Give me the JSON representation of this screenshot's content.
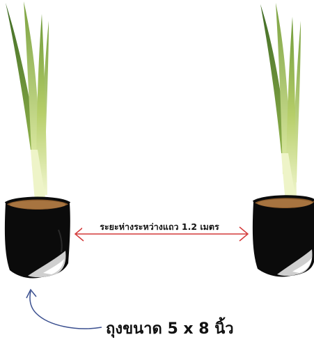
{
  "annotations": {
    "row_spacing": "ระยะห่างระหว่างแถว 1.2 เมตร",
    "bag_size": "ถุงขนาด 5 x 8 นิ้ว"
  },
  "plants": [
    {
      "name": "left-seedling"
    },
    {
      "name": "right-seedling"
    }
  ],
  "colors": {
    "leaf_dark": "#4f7a2e",
    "leaf_mid": "#6f9a3a",
    "leaf_light": "#d8e89a",
    "bag": "#0b0b0b",
    "soil": "#8a5a2b",
    "spacing_arrow": "#d43a3a",
    "pointer_arrow": "#3a4f8f"
  }
}
